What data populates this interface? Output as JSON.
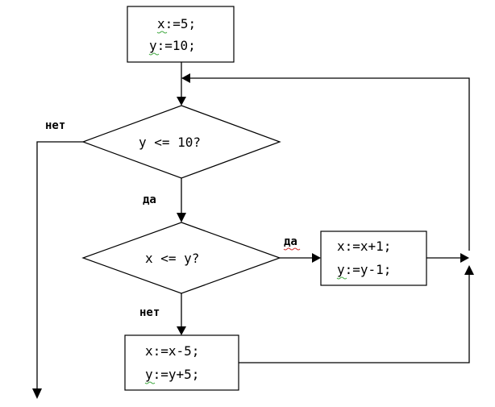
{
  "flowchart": {
    "init": {
      "line1": "x:=5;",
      "line2": "y:=10;"
    },
    "cond1": {
      "text": "y <= 10?",
      "no_label": "нет",
      "yes_label": "да"
    },
    "cond2": {
      "text": "x <= y?",
      "yes_label": "да",
      "no_label": "нет"
    },
    "box_yes": {
      "line1": "x:=x+1;",
      "line2": "y:=y-1;"
    },
    "box_no": {
      "line1": "x:=x-5;",
      "line2": "y:=y+5;"
    }
  },
  "colors": {
    "spellcheck_green": "#44aa44",
    "spellcheck_red": "#d03030"
  }
}
